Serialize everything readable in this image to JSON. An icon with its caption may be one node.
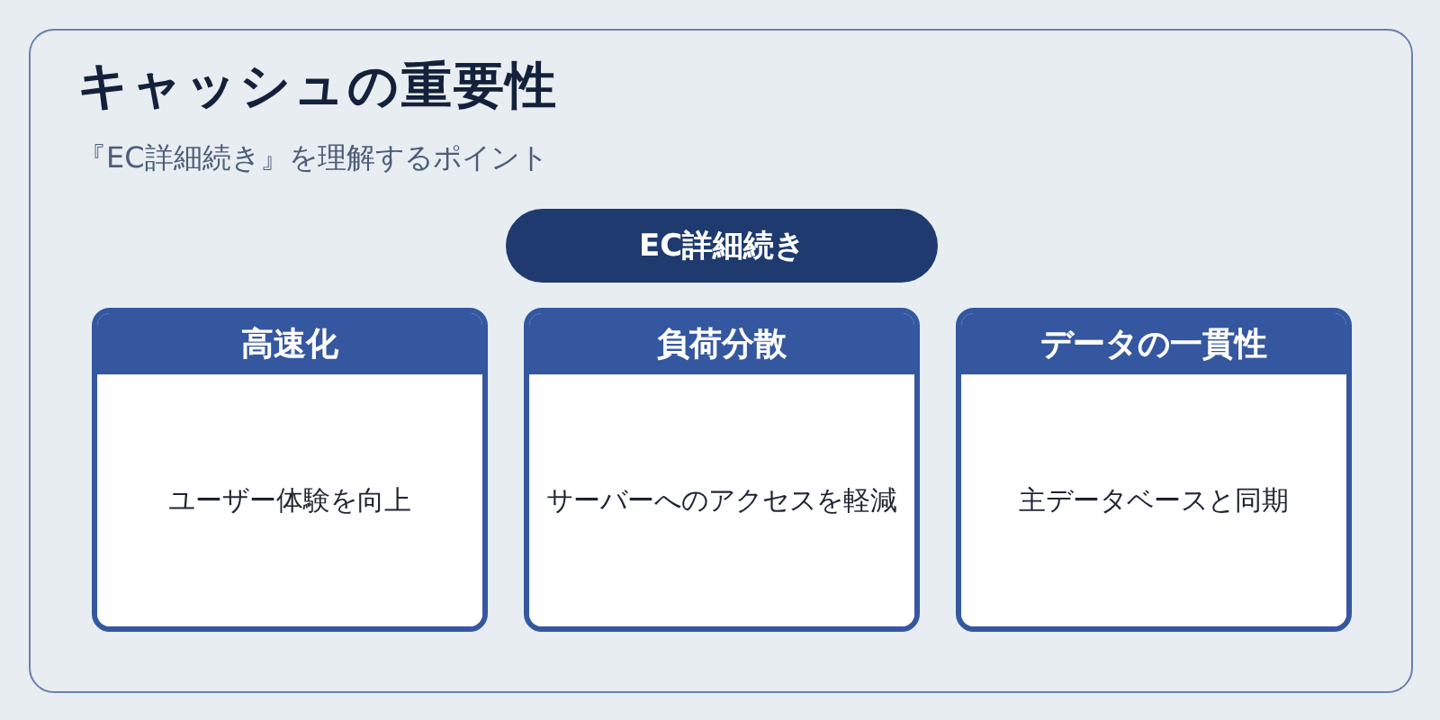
{
  "diagram": {
    "nodes": [
      {
        "text": [
          "キャッシュの重要性",
          "『EC詳細続き』を理解するポイント"
        ]
      },
      {
        "text": [
          "EC詳細続き"
        ],
        "in": 0
      },
      {
        "text": [
          "高速化",
          "ユーザー体験を向上"
        ],
        "in": 0
      },
      {
        "text": [
          "負荷分散",
          "サーバーへのアクセスを軽減"
        ],
        "in": 0
      },
      {
        "text": [
          "データの一貫性",
          "主データベースと同期"
        ],
        "in": 0
      }
    ]
  }
}
